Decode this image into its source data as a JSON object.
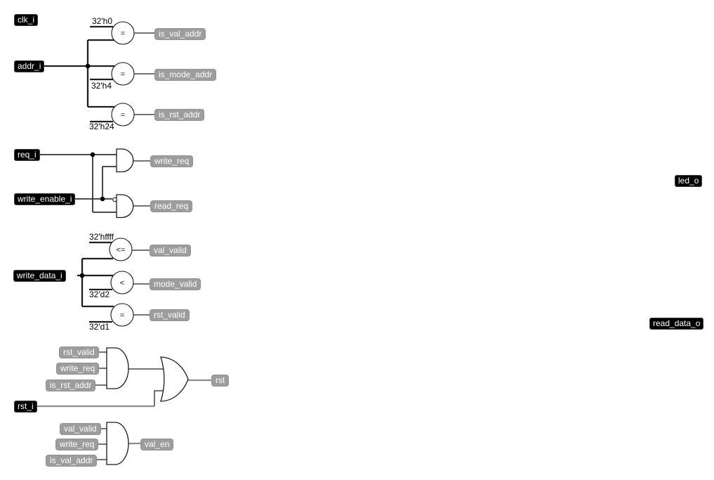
{
  "ports": {
    "clk_i": "clk_i",
    "addr_i": "addr_i",
    "req_i": "req_i",
    "write_enable_i": "write_enable_i",
    "write_data_i": "write_data_i",
    "rst_i": "rst_i",
    "led_o": "led_o",
    "read_data_o": "read_data_o"
  },
  "addr_decode": {
    "comparators": [
      {
        "op": "=",
        "const": "32'h0",
        "out": "is_val_addr"
      },
      {
        "op": "=",
        "const": "32'h4",
        "out": "is_mode_addr"
      },
      {
        "op": "=",
        "const": "32'h24",
        "out": "is_rst_addr"
      }
    ]
  },
  "req_logic": {
    "write_req": "write_req",
    "read_req": "read_req"
  },
  "data_decode": {
    "comparators": [
      {
        "op": "<=",
        "const": "32'hffff",
        "out": "val_valid"
      },
      {
        "op": "<",
        "const": "32'd2",
        "out": "mode_valid"
      },
      {
        "op": "=",
        "const": "32'd1",
        "out": "rst_valid"
      }
    ]
  },
  "rst_logic": {
    "inputs": [
      "rst_valid",
      "write_req",
      "is_rst_addr"
    ],
    "out": "rst"
  },
  "val_logic": {
    "inputs": [
      "val_valid",
      "write_req",
      "is_val_addr"
    ],
    "out": "val_en"
  },
  "colors": {
    "canvas_bg": "#ffffff",
    "wire_dark": "#2b2b2b",
    "wire_undefined_gray": "#8c8c8c",
    "port_bg": "#000000",
    "port_text": "#ffffff",
    "label_bg": "#9d9d9d",
    "label_text": "#ffffff"
  }
}
